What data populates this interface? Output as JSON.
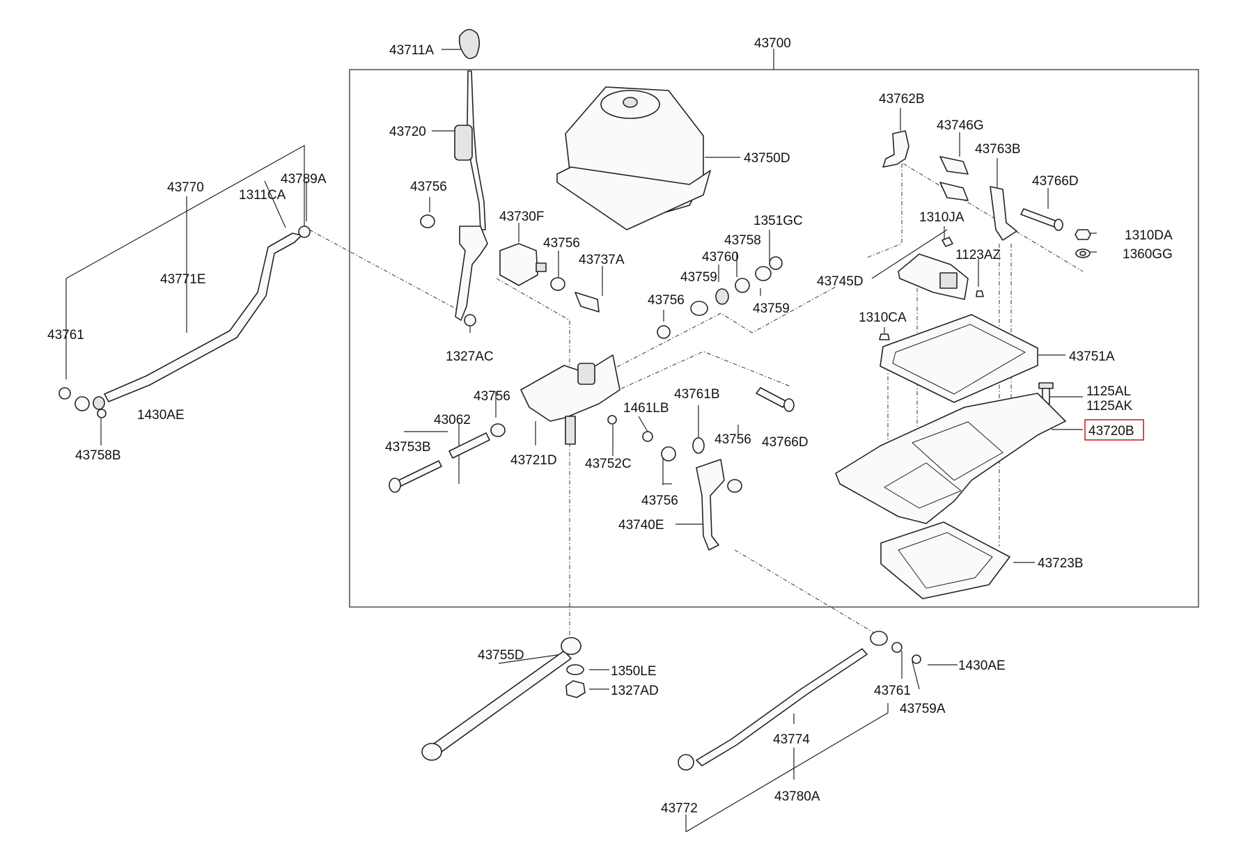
{
  "assembly": "43700",
  "labels": {
    "p43711A": "43711A",
    "p43720": "43720",
    "p43756a": "43756",
    "p43730F": "43730F",
    "p43756b": "43756",
    "p43737A": "43737A",
    "p43750D": "43750D",
    "p1351GC": "1351GC",
    "p43758": "43758",
    "p43760": "43760",
    "p43759a": "43759",
    "p43759b": "43759",
    "p43756c": "43756",
    "p1327AC": "1327AC",
    "p43762B": "43762B",
    "p43746G": "43746G",
    "p43763B": "43763B",
    "p43766Da": "43766D",
    "p1310JA": "1310JA",
    "p1310DA": "1310DA",
    "p1360GG": "1360GG",
    "p1123AZ": "1123AZ",
    "p43745D": "43745D",
    "p1310CA": "1310CA",
    "p43751A": "43751A",
    "p1125AL": "1125AL",
    "p1125AK": "1125AK",
    "p43720B": "43720B",
    "p43723B": "43723B",
    "p43770": "43770",
    "p1311CA": "1311CA",
    "p43789A": "43789A",
    "p43771E": "43771E",
    "p43761a": "43761",
    "p1430AEa": "1430AE",
    "p43758B": "43758B",
    "p43756d": "43756",
    "p43062": "43062",
    "p43753B": "43753B",
    "p43721D": "43721D",
    "p43752C": "43752C",
    "p1461LB": "1461LB",
    "p43761B": "43761B",
    "p43756e": "43756",
    "p43756f": "43756",
    "p43766Db": "43766D",
    "p43740E": "43740E",
    "p43755D": "43755D",
    "p1350LE": "1350LE",
    "p1327AD": "1327AD",
    "p43761b": "43761",
    "p1430AEb": "1430AE",
    "p43759A": "43759A",
    "p43774": "43774",
    "p43780A": "43780A",
    "p43772": "43772"
  },
  "highlighted_part": "43720B",
  "colors": {
    "highlight": "#d21f1f",
    "line": "#222222",
    "background": "#ffffff"
  }
}
